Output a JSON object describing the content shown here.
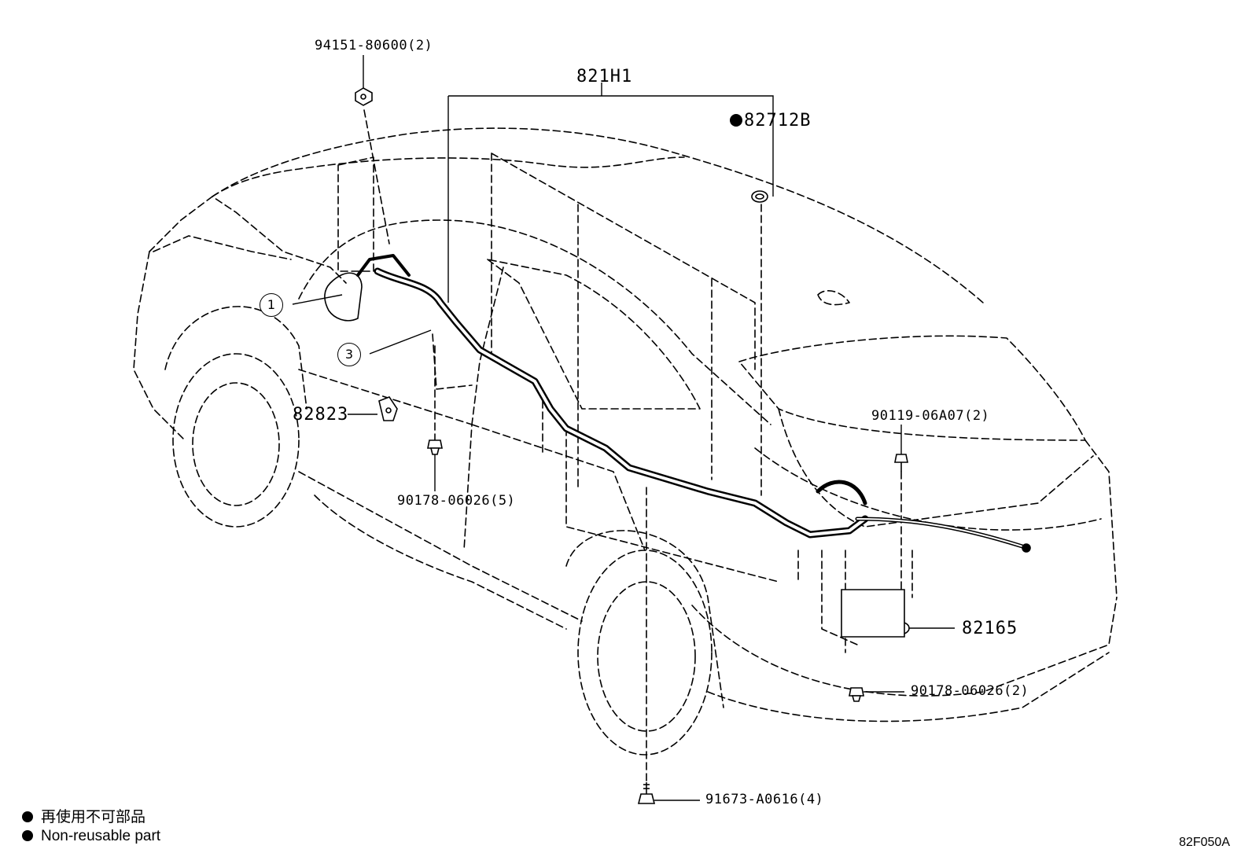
{
  "parts": {
    "p_94151": "94151-80600(2)",
    "p_821H1": "821H1",
    "p_82712B": "82712B",
    "p_82823": "82823",
    "p_90178_front": "90178-06026(5)",
    "p_90119": "90119-06A07(2)",
    "p_82165": "82165",
    "p_90178_rear": "90178-06026(2)",
    "p_91673": "91673-A0616(4)"
  },
  "callouts": {
    "c1": "1",
    "c3": "3"
  },
  "legend": {
    "jp": "再使用不可部品",
    "en": "Non-reusable part"
  },
  "drawing_number": "82F050A",
  "colors": {
    "line": "#000000",
    "background": "#ffffff"
  }
}
